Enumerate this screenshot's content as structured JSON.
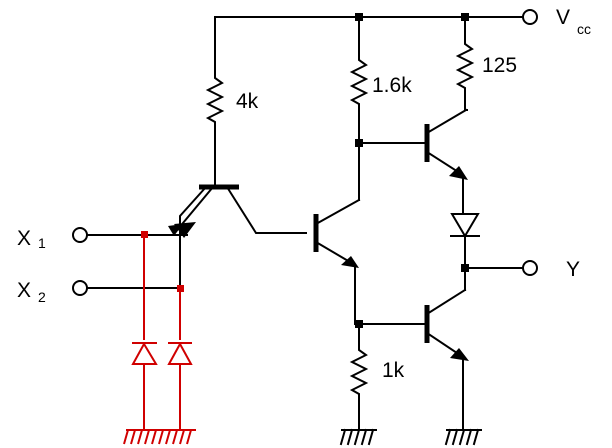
{
  "labels": {
    "vcc_main": "V",
    "vcc_sub": "cc",
    "x1_main": "X",
    "x1_sub": "1",
    "x2_main": "X",
    "x2_sub": "2",
    "y": "Y",
    "r_4k": "4k",
    "r_1_6k": "1.6k",
    "r_125": "125",
    "r_1k": "1k"
  },
  "colors": {
    "wire": "#000000",
    "clamp_diodes": "#d00000",
    "background": "#ffffff"
  },
  "icons": {
    "resistor": "zigzag-resistor",
    "transistor": "npn-bjt",
    "multi_emitter_transistor": "npn-multi-emitter-bjt",
    "diode": "diode-triangle-bar",
    "ground": "hatched-ground",
    "terminal": "open-circle-terminal",
    "junction": "filled-square-dot"
  }
}
